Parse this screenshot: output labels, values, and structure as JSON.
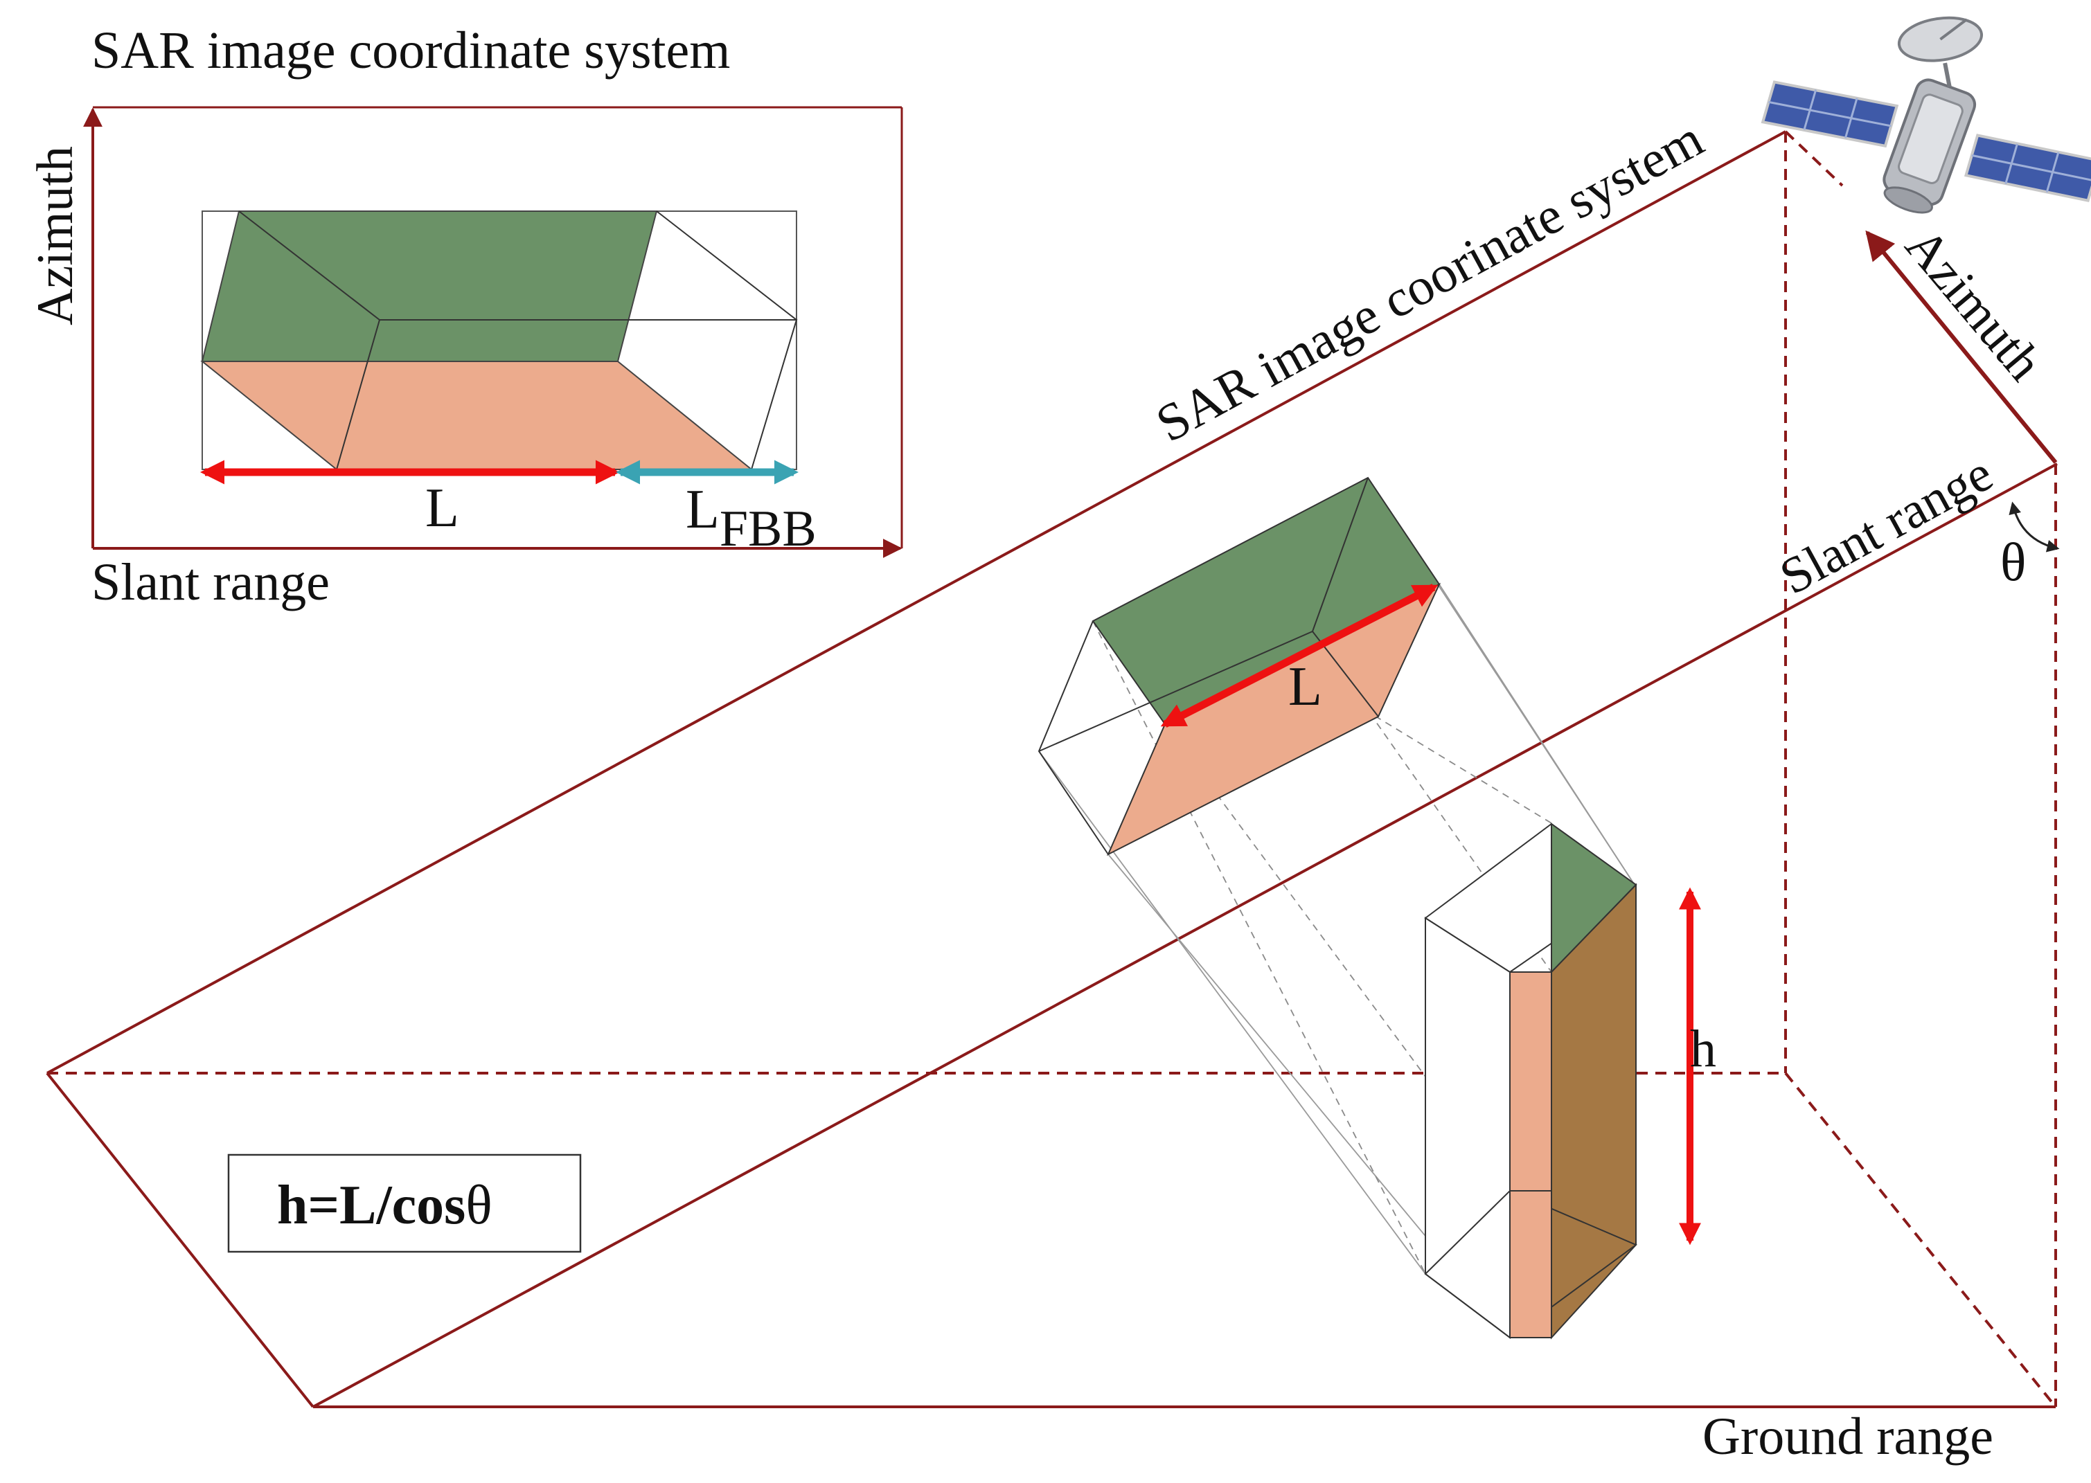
{
  "colors": {
    "frame": "#8b1a1a",
    "roof": "#6b9267",
    "wall": "#ecab8d",
    "side_wall": "#a57844",
    "measure_L": "#ee1111",
    "measure_LFBB": "#3aa3b3",
    "satellite_panel": "#3f5aa8"
  },
  "inset": {
    "title": "SAR image coordinate system",
    "azimuth_label": "Azimuth",
    "slant_range_label": "Slant range",
    "L_label": "L",
    "LFBB_main": "L",
    "LFBB_sub": "FBB"
  },
  "main": {
    "plane_label": "SAR image coorinate system",
    "azimuth_label": "Azimuth",
    "slant_range_label": "Slant range",
    "theta_label": "θ",
    "ground_range_label": "Ground range",
    "L_label": "L",
    "h_label": "h",
    "formula_bold": "h",
    "formula_rest": "=L/cos",
    "formula_theta": "θ"
  },
  "icons": {
    "satellite": "satellite-icon"
  }
}
